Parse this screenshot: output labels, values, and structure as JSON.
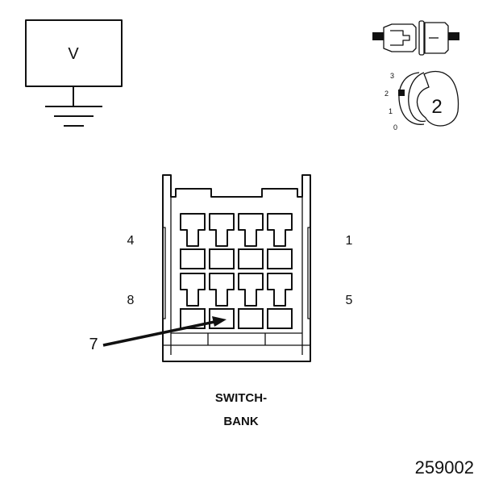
{
  "meter": {
    "label": "V"
  },
  "switch": {
    "position_labels": [
      "3",
      "2",
      "1",
      "0"
    ],
    "position_number": "2"
  },
  "connector": {
    "pin_labels": {
      "top_left": "4",
      "top_right": "1",
      "bottom_left": "8",
      "bottom_right": "5"
    },
    "probe_pin": "7",
    "caption_line1": "SWITCH-",
    "caption_line2": "BANK"
  },
  "figure_number": "259002"
}
